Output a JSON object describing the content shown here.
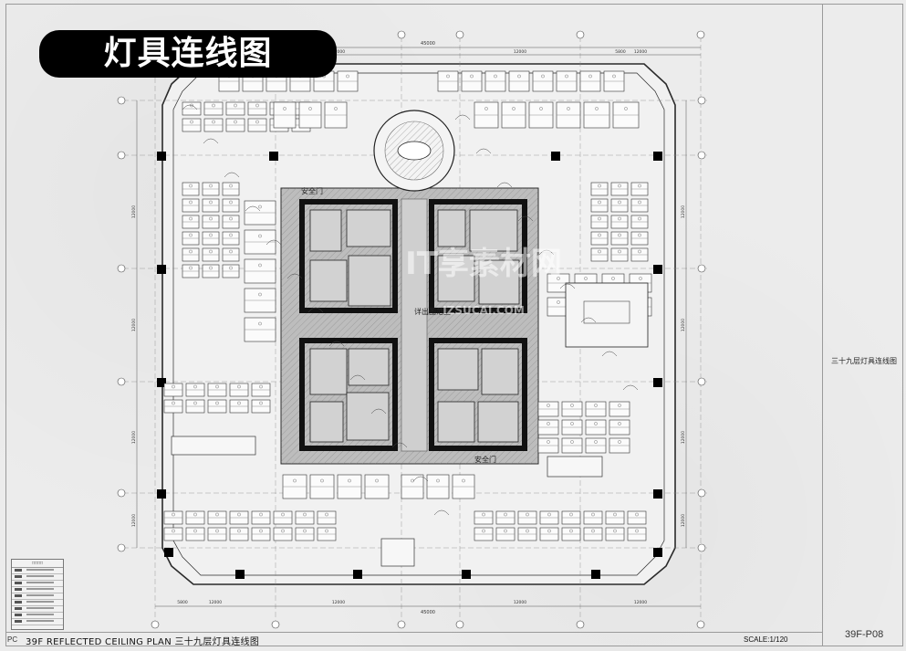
{
  "banner_title": "灯具连线图",
  "side_title": "三十九层灯具连线图",
  "sheet_code": "PC",
  "plan_title": "39F REFLECTED CEILING PLAN 三十九层灯具连线图",
  "scale": "SCALE:1/120",
  "sheet_number": "39F-P08",
  "core_label": "详出图范围",
  "stair_labels": [
    "安全门",
    "安全门"
  ],
  "watermark": {
    "text": "IT享素材网",
    "subtext": "IZSUCAI.COM"
  },
  "dimensions": {
    "top_total": "45000",
    "top_segments": [
      "12000",
      "12000",
      "12000",
      "12000"
    ],
    "bottom_total": "45000",
    "bottom_segments": [
      "12000",
      "12000",
      "12000",
      "12000"
    ],
    "left_segments": [
      "12000",
      "12000",
      "12000",
      "12000"
    ],
    "right_segments": [
      "12000",
      "12000",
      "12000",
      "12000"
    ],
    "edge_segment": "5800"
  },
  "colors": {
    "line": "#2b2b2b",
    "hatch": "#777777",
    "core_fill": "#bdbdbd",
    "column": "#000000",
    "badge": "#000000"
  }
}
